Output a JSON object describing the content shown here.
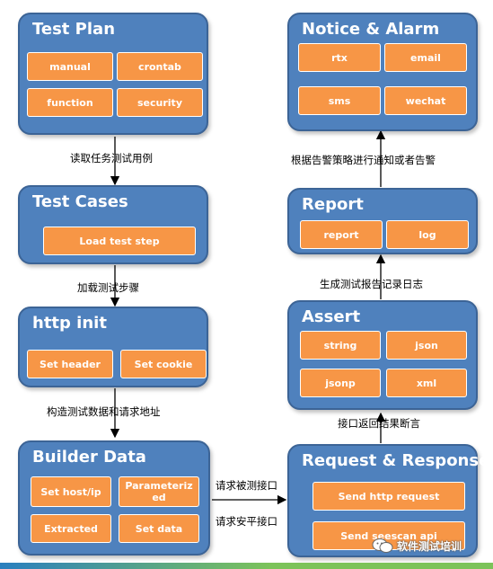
{
  "boxes": {
    "test_plan": {
      "title": "Test Plan",
      "items": [
        "manual",
        "crontab",
        "function",
        "security"
      ]
    },
    "test_cases": {
      "title": "Test Cases",
      "items": [
        "Load test step"
      ]
    },
    "http_init": {
      "title": "http init",
      "items": [
        "Set header",
        "Set cookie"
      ]
    },
    "builder_data": {
      "title": "Builder Data",
      "items": [
        "Set host/ip",
        "Parameteriz ed",
        "Extracted",
        "Set data"
      ]
    },
    "request_response": {
      "title": "Request & Response",
      "items": [
        "Send http request",
        "Send seescan api"
      ]
    },
    "assert": {
      "title": "Assert",
      "items": [
        "string",
        "json",
        "jsonp",
        "xml"
      ]
    },
    "report": {
      "title": "Report",
      "items": [
        "report",
        "log"
      ]
    },
    "notice_alarm": {
      "title": "Notice & Alarm",
      "items": [
        "rtx",
        "email",
        "sms",
        "wechat"
      ]
    }
  },
  "edges": {
    "plan_to_cases": "读取任务测试用例",
    "cases_to_init": "加载测试步骤",
    "init_to_builder": "构造测试数据和请求地址",
    "builder_to_request_1": "请求被测接口",
    "builder_to_request_2": "请求安平接口",
    "request_to_assert": "接口返回结果断言",
    "assert_to_report": "生成测试报告记录日志",
    "report_to_notice": "根据告警策略进行通知或者告警"
  },
  "watermark": {
    "text": "软件测试培训"
  },
  "colors": {
    "box": "#4f81bd",
    "chip": "#f79646",
    "arrow": "#000000"
  }
}
